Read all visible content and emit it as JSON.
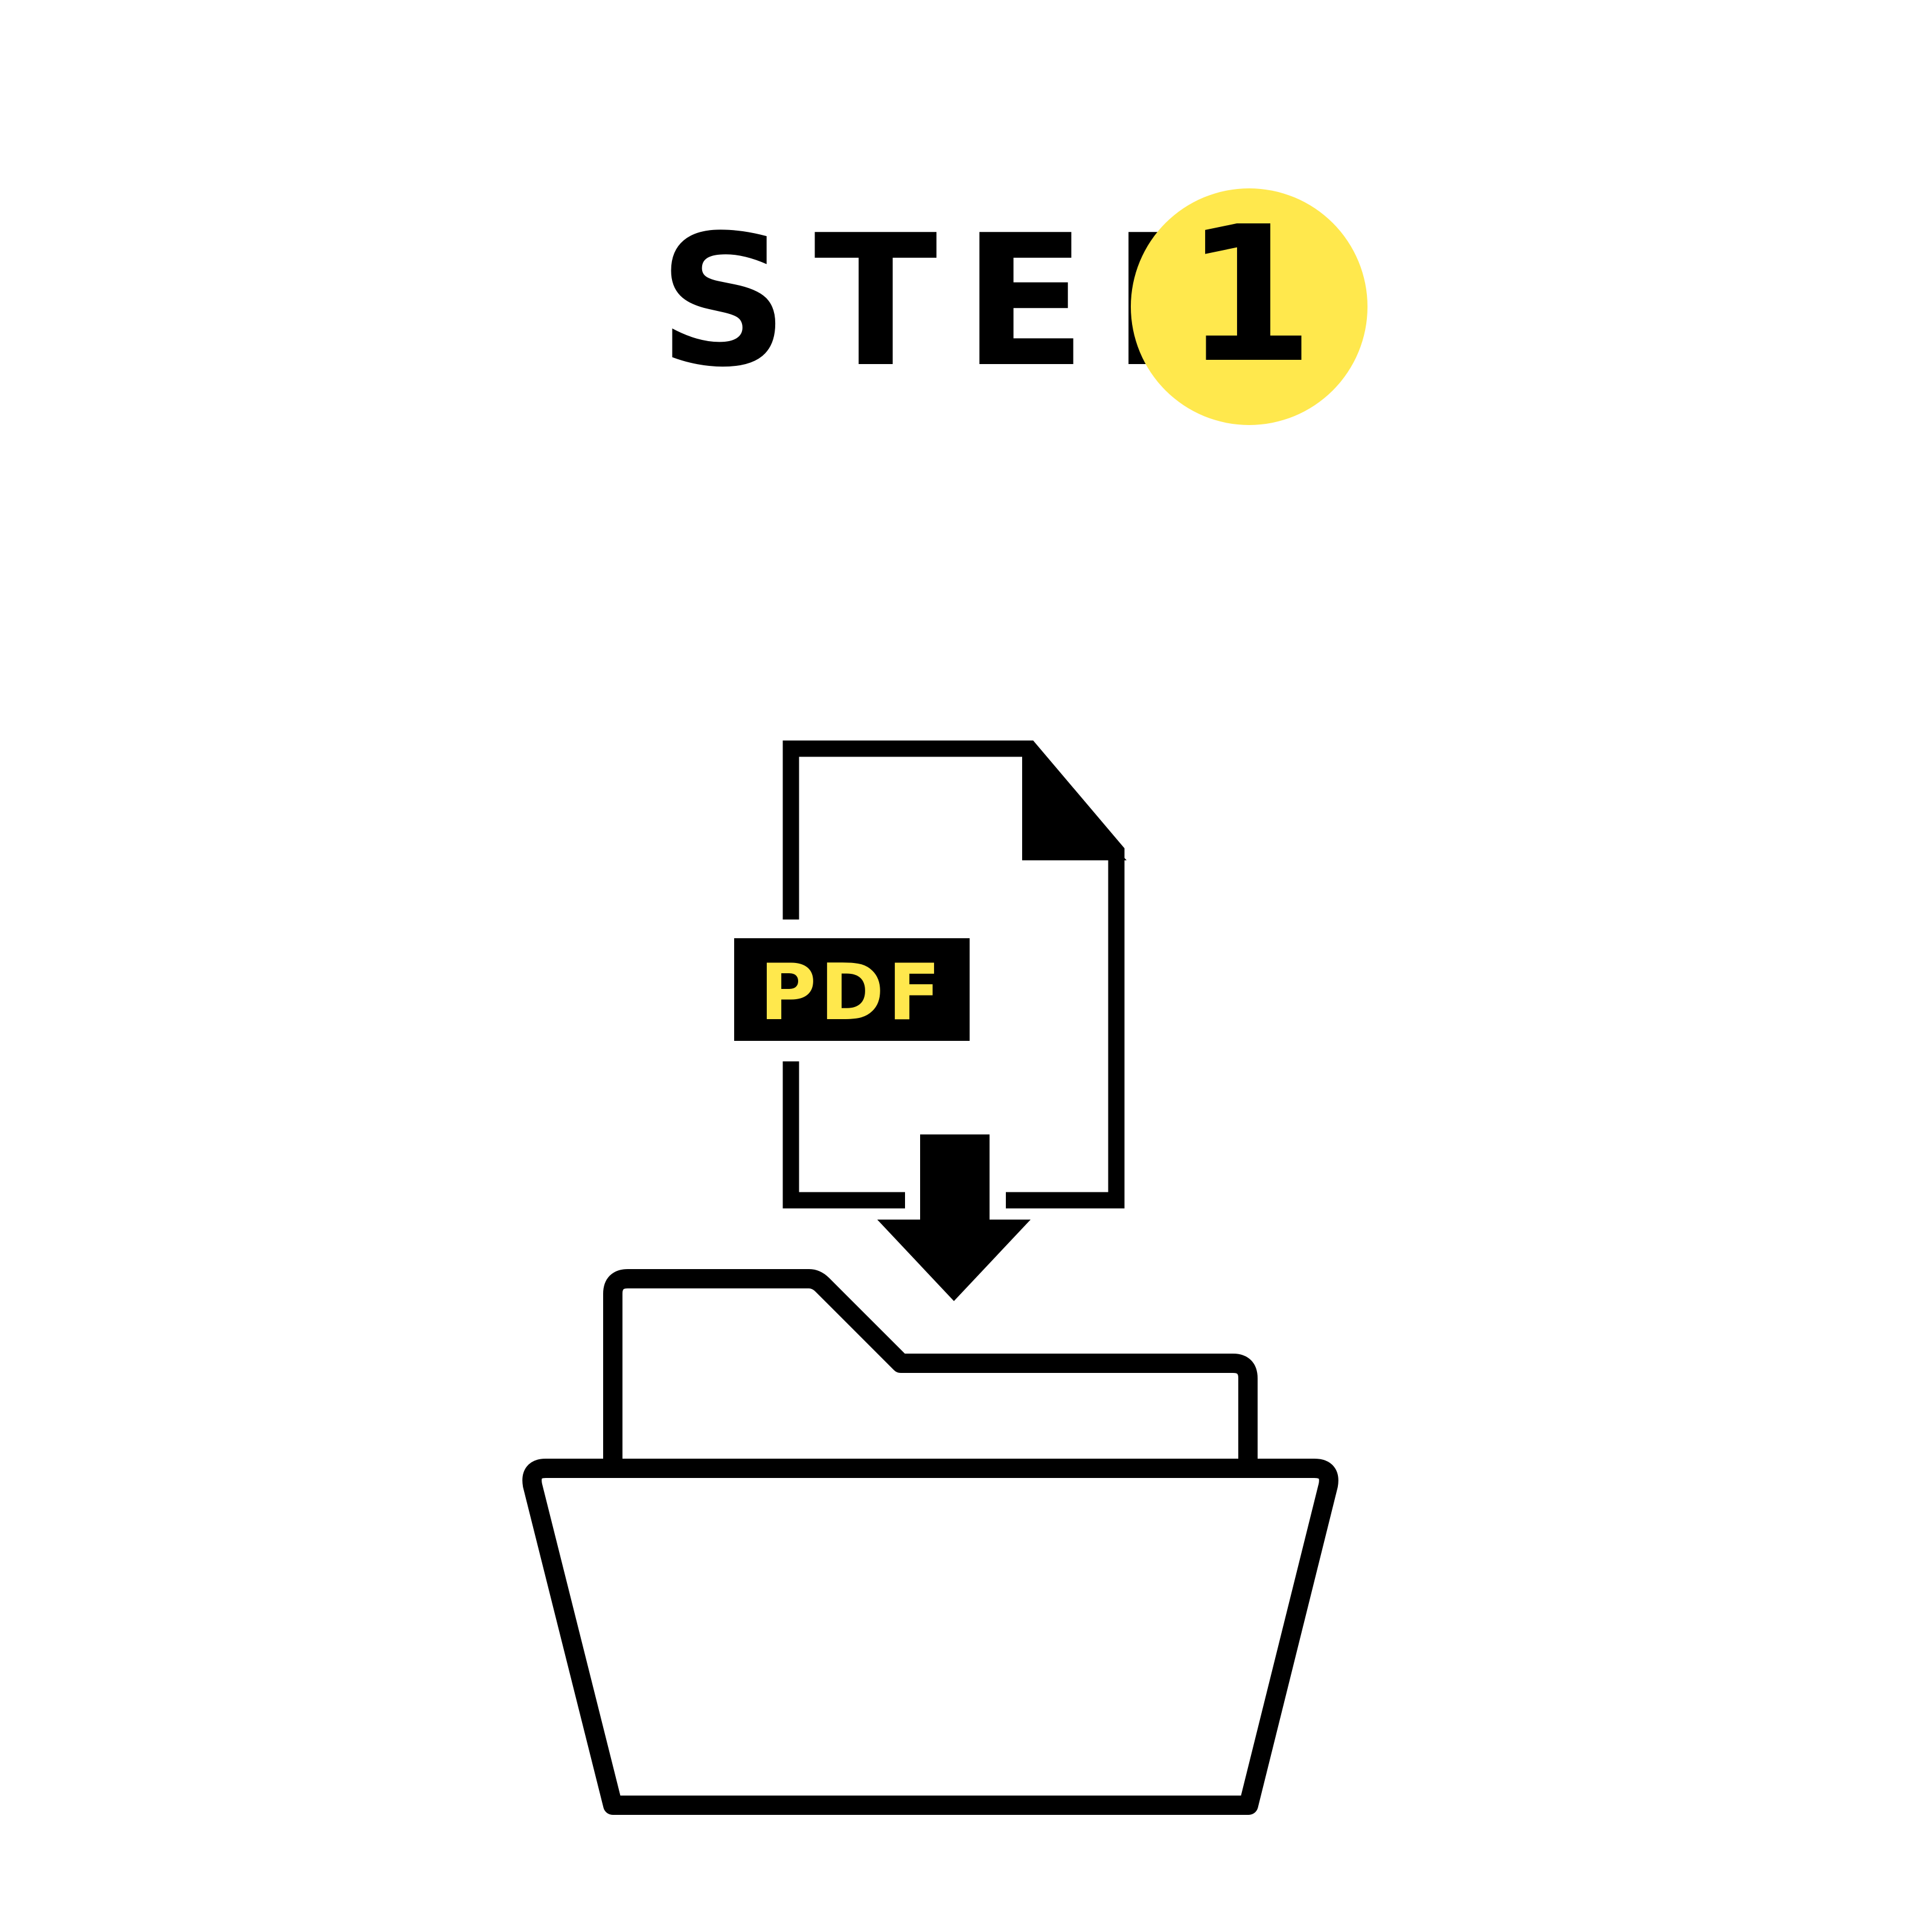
{
  "heading": {
    "step_word": "STEP",
    "step_number": "1"
  },
  "file_icon": {
    "badge_text": "PDF"
  },
  "colors": {
    "accent": "#ffe84d",
    "ink": "#000000",
    "badge_text": "#ffe84d",
    "letter_counter": "#3a3a3a",
    "background": "#ffffff"
  },
  "icons": {
    "document": "pdf-document-icon",
    "arrow": "download-arrow-icon",
    "folder": "open-folder-icon"
  }
}
